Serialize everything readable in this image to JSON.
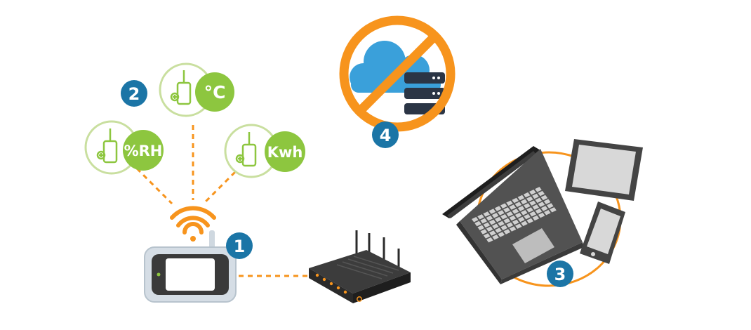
{
  "sensors": [
    {
      "label": "°C"
    },
    {
      "label": "%RH"
    },
    {
      "label": "Kwh"
    }
  ],
  "badges": [
    {
      "number": "1"
    },
    {
      "number": "2"
    },
    {
      "number": "3"
    },
    {
      "number": "4"
    }
  ],
  "colors": {
    "green": "#8dc63f",
    "green_light": "#c9df9f",
    "orange": "#f7941d",
    "badge_blue": "#1b75a6",
    "cloud_blue": "#3aa0da",
    "dark": "#3a3a3a"
  },
  "icons": [
    "wifi-icon",
    "cloud-icon",
    "server-icon",
    "router-icon",
    "laptop-icon",
    "tablet-icon",
    "phone-icon",
    "prohibited-icon"
  ]
}
